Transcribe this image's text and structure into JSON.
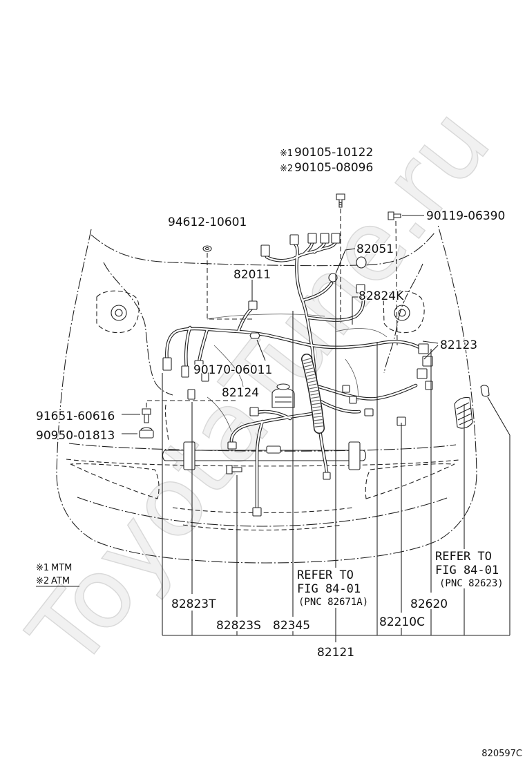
{
  "watermark": "ToyotaTune.ru",
  "figure_id": "820597C",
  "fasteners": {
    "bolt_mtm": {
      "mark": "※1",
      "part": "90105-10122"
    },
    "bolt_atm": {
      "mark": "※2",
      "part": "90105-08096"
    },
    "p94612": "94612-10601",
    "p90119": "90119-06390",
    "p90170": "90170-06011",
    "p91651": "91651-60616",
    "p90950": "90950-01813"
  },
  "parts": {
    "p82051": "82051",
    "p82011": "82011",
    "p82824K": "82824K",
    "p82123": "82123",
    "p82124": "82124",
    "p82823T": "82823T",
    "p82823S": "82823S",
    "p82345": "82345",
    "p82620": "82620",
    "p82210C": "82210C",
    "p82121": "82121"
  },
  "references": [
    {
      "line1": "REFER TO",
      "line2": "FIG 84-01",
      "line3": "(PNC 82671A)"
    },
    {
      "line1": "REFER TO",
      "line2": "FIG 84-01",
      "line3": "(PNC 82623)"
    }
  ],
  "legend": [
    {
      "mark": "※1",
      "text": "MTM"
    },
    {
      "mark": "※2",
      "text": "ATM"
    }
  ]
}
